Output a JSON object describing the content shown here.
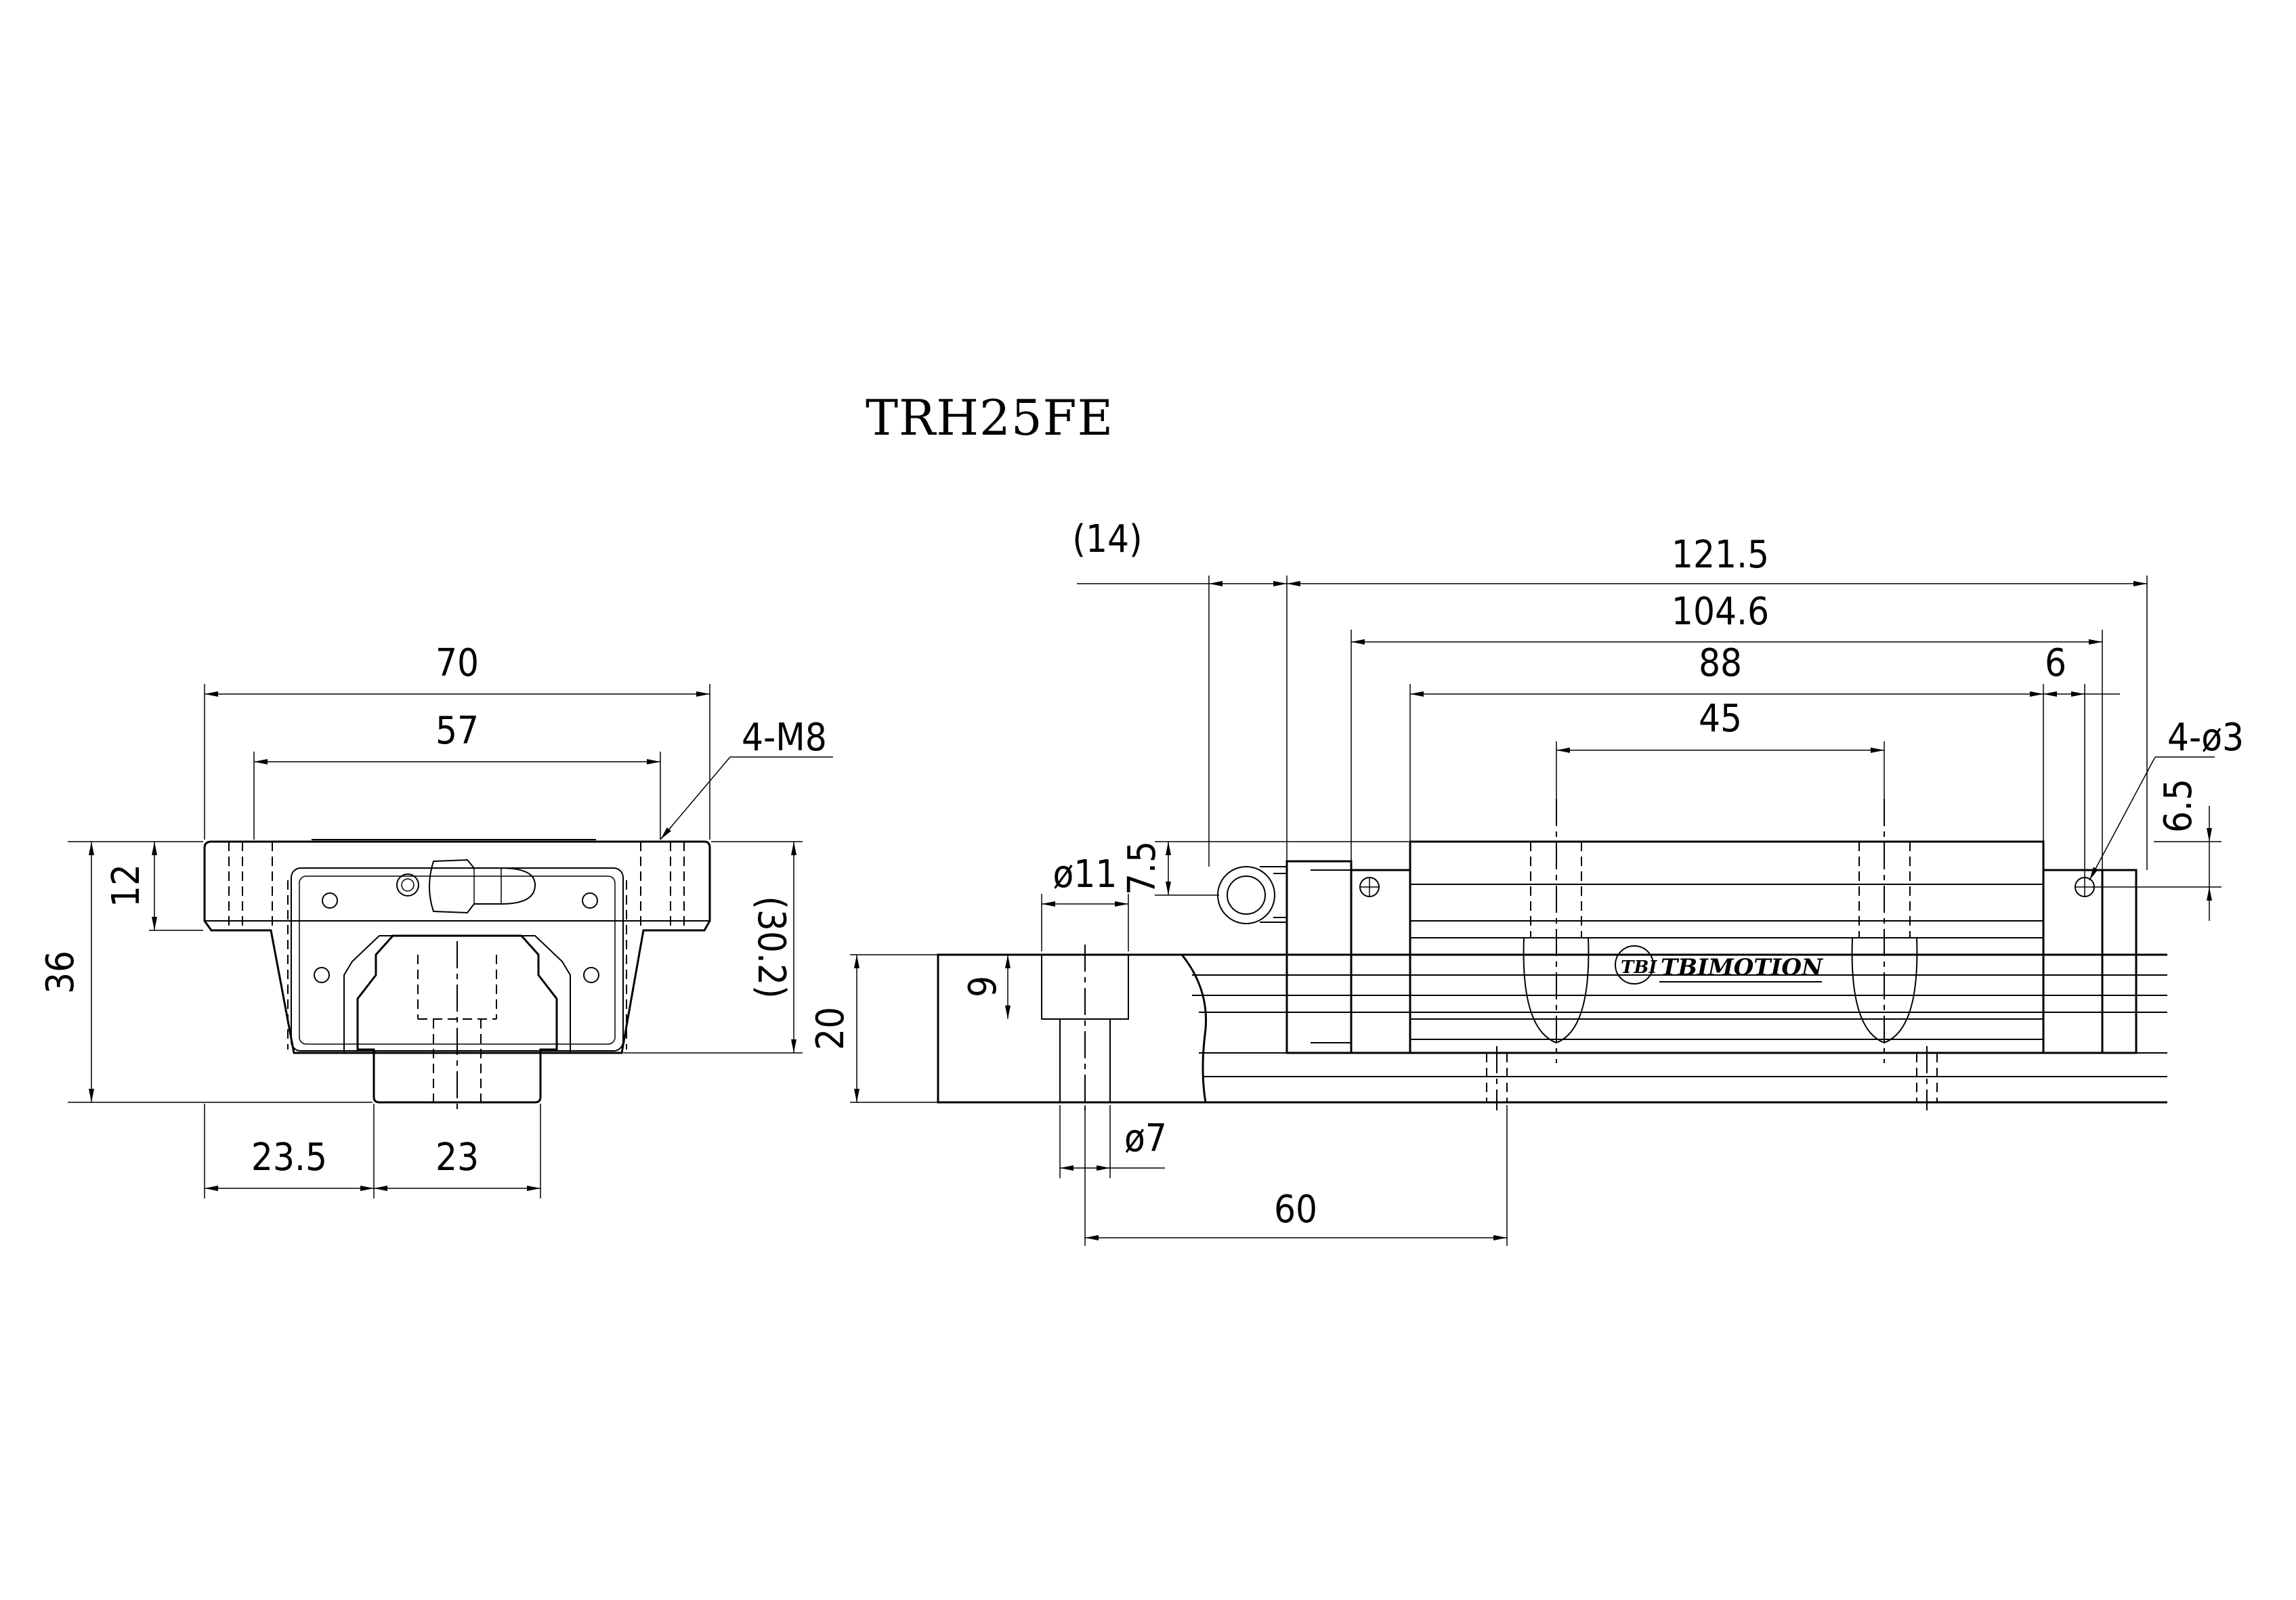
{
  "title": "TRH25FE",
  "brand": {
    "logo_mark": "TBI",
    "name": "TBIMOTION"
  },
  "front_view": {
    "width_overall": "70",
    "hole_pitch": "57",
    "tap_callout": "4-M8",
    "height_overall": "36",
    "flange_height": "12",
    "block_height": "(30.2)",
    "offset_left": "23.5",
    "rail_width": "23"
  },
  "side_view": {
    "nipple_length": "(14)",
    "length_overall": "121.5",
    "body_length": "104.6",
    "steel_body_length": "88",
    "hole_pitch": "45",
    "end_plate": "6",
    "lube_hole_callout": "4-ø3",
    "lube_hole_height": "6.5",
    "nipple_height": "7.5",
    "counterbore_dia": "ø11",
    "counterbore_depth": "9",
    "rail_height": "20",
    "bolt_hole_dia": "ø7",
    "rail_hole_pitch": "60"
  }
}
